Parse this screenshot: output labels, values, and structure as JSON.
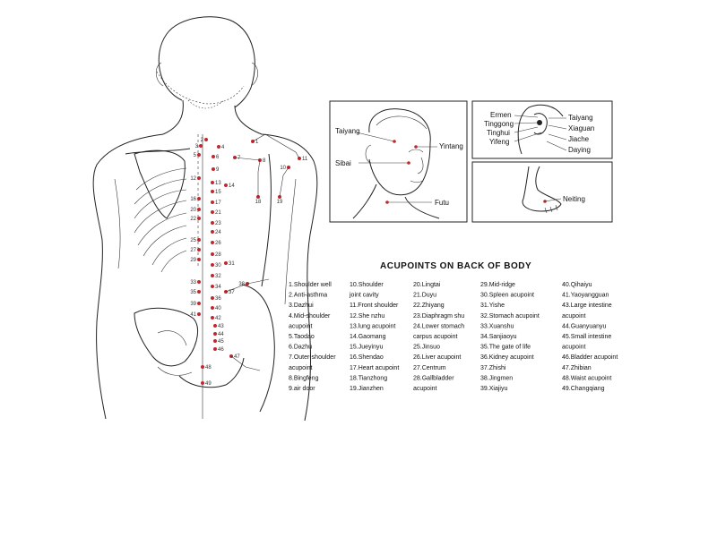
{
  "title": "ACUPOINTS ON BACK OF BODY",
  "face_labels": {
    "taiyang": "Taiyang",
    "yintang": "Yintang",
    "sibai": "Sibai",
    "futu": "Futu"
  },
  "ear_labels": {
    "ermen": "Ermen",
    "tinggong": "Tinggong",
    "tinghui": "Tinghui",
    "yifeng": "Yifeng",
    "taiyang": "Taiyang",
    "xiaguan": "Xiaguan",
    "jiache": "Jiache",
    "daying": "Daying"
  },
  "foot_label": "Neiting",
  "legend_columns": [
    [
      "1.Shoulder well",
      "2.Anti-asthma",
      "3.Dazhui",
      "4.Mid-shoulder",
      "   acupoint",
      "5.Taodao",
      "6.Dazhu",
      "7.Outer-shoulder",
      "   acupoint",
      "8.Bingfeng",
      "9.air door"
    ],
    [
      "10.Shoulder",
      "   joint cavity",
      "11.Front shoulder",
      "12.She nzhu",
      "13.lung acupoint",
      "14.Gaomang",
      "15.Jueyinyu",
      "16.Shendao",
      "17.Heart acupoint",
      "18.Tianzhong",
      "19.Jianzhen"
    ],
    [
      "20.Lingtai",
      "21.Duyu",
      "22.Zhiyang",
      "23.Diaphragm shu",
      "24.Lower stomach",
      "   carpus acupoint",
      "25.Jinsuo",
      "26.Liver acupoint",
      "27.Centrum",
      "28.Gallbladder",
      "   acupoint"
    ],
    [
      "29.Mid-ridge",
      "30.Spleen acupoint",
      "31.Yishe",
      "32.Stomach acupoint",
      "33.Xuanshu",
      "34.Sanjiaoyu",
      "35.The gate of life",
      "36.Kidney acupoint",
      "37.Zhishi",
      "38.Jingmen",
      "39.Xiajiyu"
    ],
    [
      "40.Qihaiyu",
      "41.Yaoyangguan",
      "43.Large intestine",
      "   acupoint",
      "44.Guanyuanyu",
      "45.Small intestine",
      "   acupoint",
      "46.Bladder acupoint",
      "47.Zhibian",
      "48.Waist acupoint",
      "49.Changqiang"
    ]
  ],
  "points": [
    {
      "n": "1"
    },
    {
      "n": "2"
    },
    {
      "n": "3"
    },
    {
      "n": "4"
    },
    {
      "n": "5"
    },
    {
      "n": "6"
    },
    {
      "n": "7"
    },
    {
      "n": "8"
    },
    {
      "n": "9"
    },
    {
      "n": "10"
    },
    {
      "n": "11"
    },
    {
      "n": "12"
    },
    {
      "n": "13"
    },
    {
      "n": "14"
    },
    {
      "n": "15"
    },
    {
      "n": "16"
    },
    {
      "n": "17"
    },
    {
      "n": "18"
    },
    {
      "n": "19"
    },
    {
      "n": "20"
    },
    {
      "n": "21"
    },
    {
      "n": "22"
    },
    {
      "n": "23"
    },
    {
      "n": "24"
    },
    {
      "n": "25"
    },
    {
      "n": "26"
    },
    {
      "n": "27"
    },
    {
      "n": "28"
    },
    {
      "n": "29"
    },
    {
      "n": "30"
    },
    {
      "n": "31"
    },
    {
      "n": "32"
    },
    {
      "n": "33"
    },
    {
      "n": "34"
    },
    {
      "n": "35"
    },
    {
      "n": "36"
    },
    {
      "n": "37"
    },
    {
      "n": "38"
    },
    {
      "n": "39"
    },
    {
      "n": "40"
    },
    {
      "n": "41"
    },
    {
      "n": "42"
    },
    {
      "n": "43"
    },
    {
      "n": "44"
    },
    {
      "n": "45"
    },
    {
      "n": "46"
    },
    {
      "n": "47"
    },
    {
      "n": "48"
    },
    {
      "n": "49"
    }
  ],
  "point_color": "#c0282d"
}
